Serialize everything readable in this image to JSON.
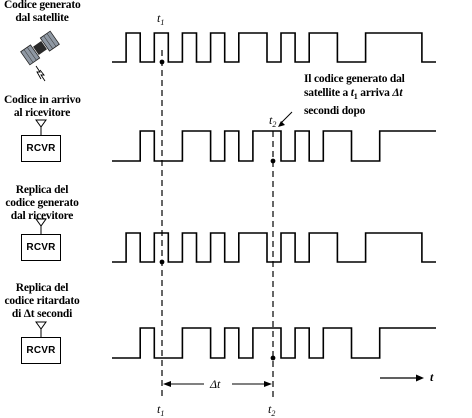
{
  "labels": {
    "satellite_code": [
      "Codice generato",
      "dal satellite"
    ],
    "incoming_code": [
      "Codice in arrivo",
      "al ricevitore"
    ],
    "receiver_replica": [
      "Replica del",
      "codice generato",
      "dal ricevitore"
    ],
    "delayed_replica": [
      "Replica del",
      "codice ritardato",
      "di Δt secondi"
    ]
  },
  "receiver_box": "RCVR",
  "annotation": {
    "line1": "Il codice generato dal",
    "line2_pre": "satellite a ",
    "line2_t": "t",
    "line2_sub": "1",
    "line2_post": " arriva ",
    "line2_dt": "Δt",
    "line3": "secondi dopo"
  },
  "markers": {
    "t1_symbol": "t",
    "t1_sub": "1",
    "t2_symbol": "t",
    "t2_sub": "2",
    "delta_t": "Δt",
    "time_axis": "t"
  },
  "signals": [
    {
      "name": "satellite-code",
      "bits": [
        0,
        1,
        0,
        1,
        0,
        1,
        0,
        1,
        0,
        1,
        1,
        0,
        1,
        0,
        1,
        1,
        0,
        0,
        1,
        1,
        1,
        1,
        0
      ]
    },
    {
      "name": "incoming-code",
      "bits": [
        0,
        0,
        1,
        0,
        0,
        1,
        1,
        0,
        1,
        0,
        1,
        1,
        0,
        1,
        0,
        1,
        1,
        0,
        0,
        1,
        1,
        1,
        1
      ]
    },
    {
      "name": "receiver-replica",
      "bits": [
        0,
        1,
        0,
        1,
        0,
        1,
        0,
        1,
        0,
        1,
        1,
        0,
        1,
        0,
        1,
        1,
        0,
        0,
        1,
        1,
        1,
        1,
        0
      ]
    },
    {
      "name": "delayed-replica",
      "bits": [
        0,
        0,
        1,
        0,
        0,
        1,
        1,
        0,
        1,
        0,
        1,
        1,
        0,
        1,
        0,
        1,
        1,
        0,
        0,
        1,
        1,
        1,
        1
      ]
    }
  ],
  "colors": {
    "ink": "#000000",
    "background": "#ffffff",
    "satellite_panel": "#9aa3ad"
  }
}
